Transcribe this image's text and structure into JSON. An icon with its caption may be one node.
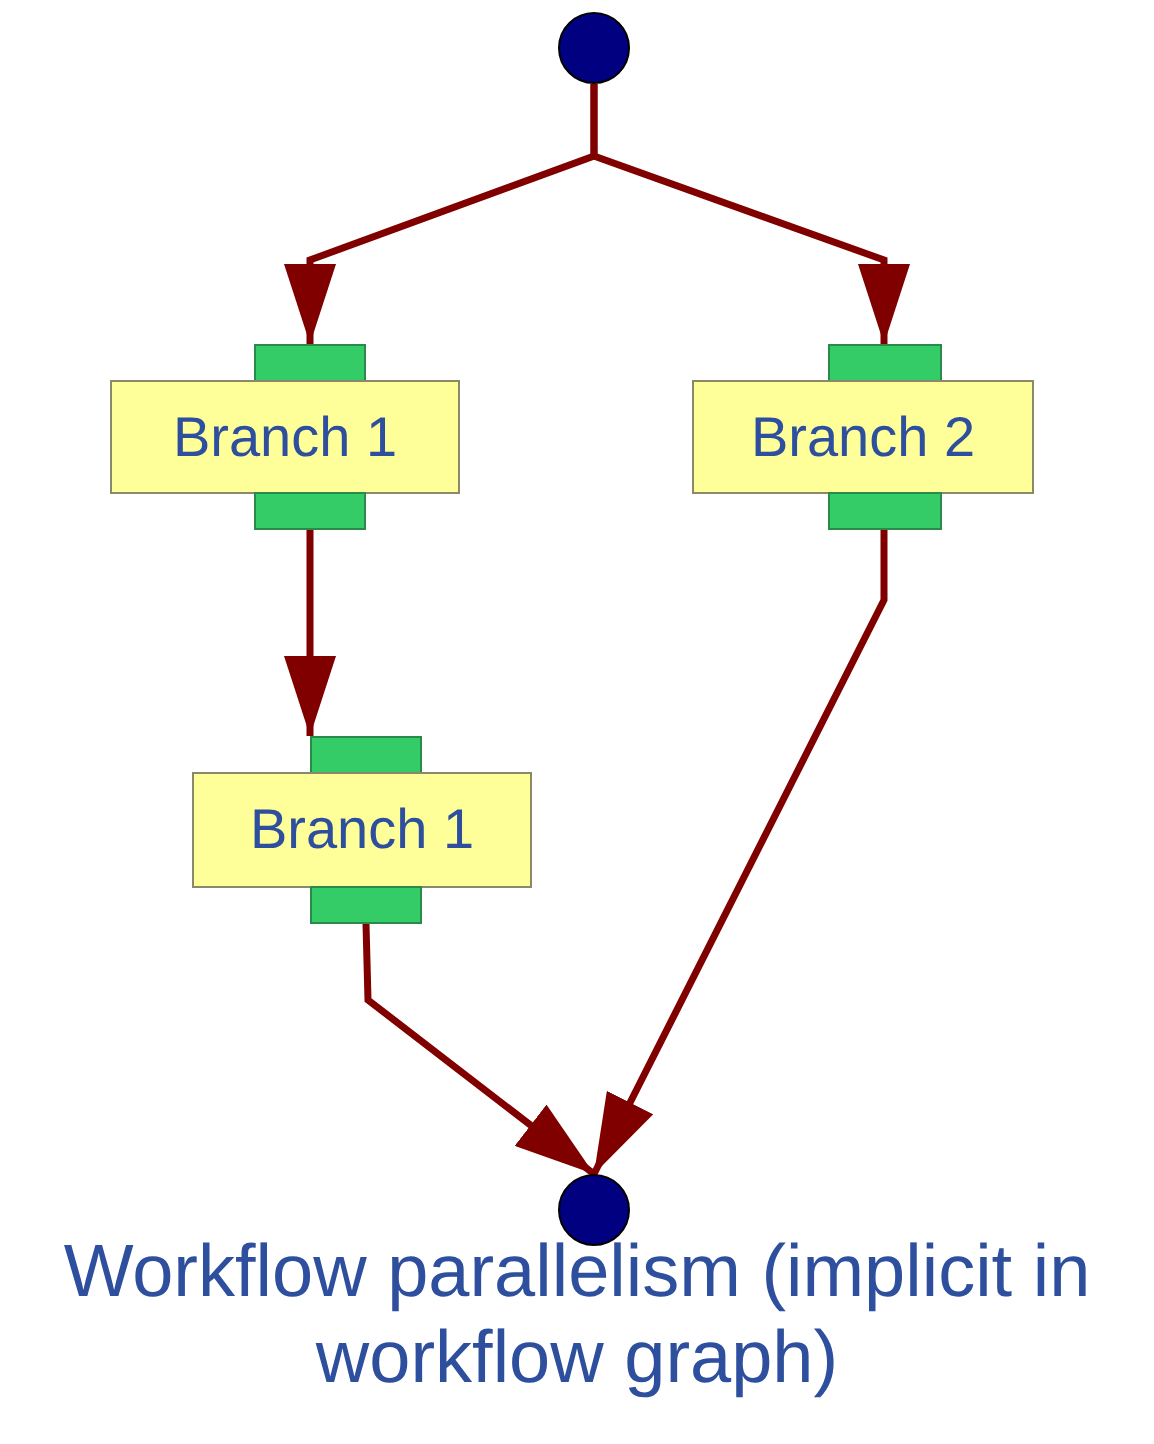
{
  "diagram": {
    "caption": "Workflow parallelism (implicit in workflow graph)",
    "nodes": [
      {
        "text": [],
        "shape": "circle"
      },
      {
        "text": [
          "Branch 1"
        ]
      },
      {
        "text": [
          "Branch 2"
        ]
      },
      {
        "text": [
          "Branch 1"
        ]
      },
      {
        "text": [],
        "shape": "circle"
      }
    ],
    "edges": [
      {
        "from": 0,
        "to": 1,
        "arrow": "to"
      },
      {
        "from": 0,
        "to": 2,
        "arrow": "to"
      },
      {
        "from": 1,
        "to": 3,
        "arrow": "to"
      },
      {
        "from": 3,
        "to": 4,
        "arrow": "to"
      },
      {
        "from": 2,
        "to": 4,
        "arrow": "to"
      }
    ]
  }
}
